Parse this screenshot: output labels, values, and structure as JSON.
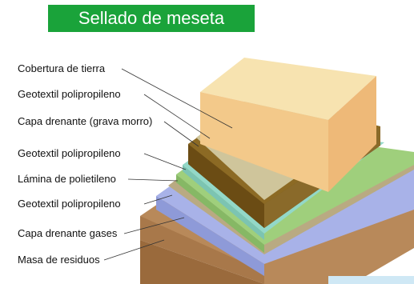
{
  "title": "Sellado de meseta",
  "layers": [
    {
      "label": "Cobertura de tierra",
      "color": "#f2c27a"
    },
    {
      "label": "Geotextil polipropileno",
      "color": "#c7c096"
    },
    {
      "label": "Capa drenante (grava morro)",
      "color": "#7a5a1a"
    },
    {
      "label": "Geotextil polipropileno",
      "color": "#8fd3c3"
    },
    {
      "label": "Lámina de polietileno",
      "color": "#9ccc7a"
    },
    {
      "label": "Geotextil polipropileno",
      "color": "#b0a07a"
    },
    {
      "label": "Capa drenante gases",
      "color": "#9aa6e0"
    },
    {
      "label": "Masa de residuos",
      "color": "#b88a5a"
    }
  ],
  "colors": {
    "banner": "#1aa33a"
  }
}
